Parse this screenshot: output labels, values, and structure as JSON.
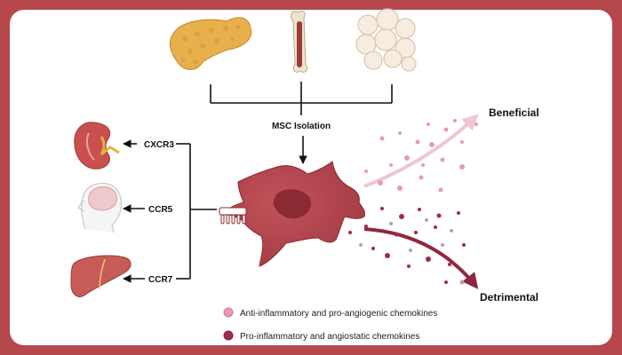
{
  "isolation_label": "MSC Isolation",
  "receptors": {
    "kidney": "CXCR3",
    "brain": "CCR5",
    "liver": "CCR7"
  },
  "outcomes": {
    "beneficial": "Beneficial",
    "detrimental": "Detrimental"
  },
  "legend": {
    "anti": "Anti-inflammatory and pro-angiogenic chemokines",
    "pro": "Pro-inflammatory and angiostatic chemokines"
  },
  "colors": {
    "frame": "#b5474d",
    "cell": "#b3444b",
    "nucleus": "#8a2b33",
    "anti_dot": "#e79ab5",
    "pro_dot": "#a52a48",
    "beneficial_arrow": "#efc6d3",
    "detrimental_arrow": "#8e2840"
  }
}
